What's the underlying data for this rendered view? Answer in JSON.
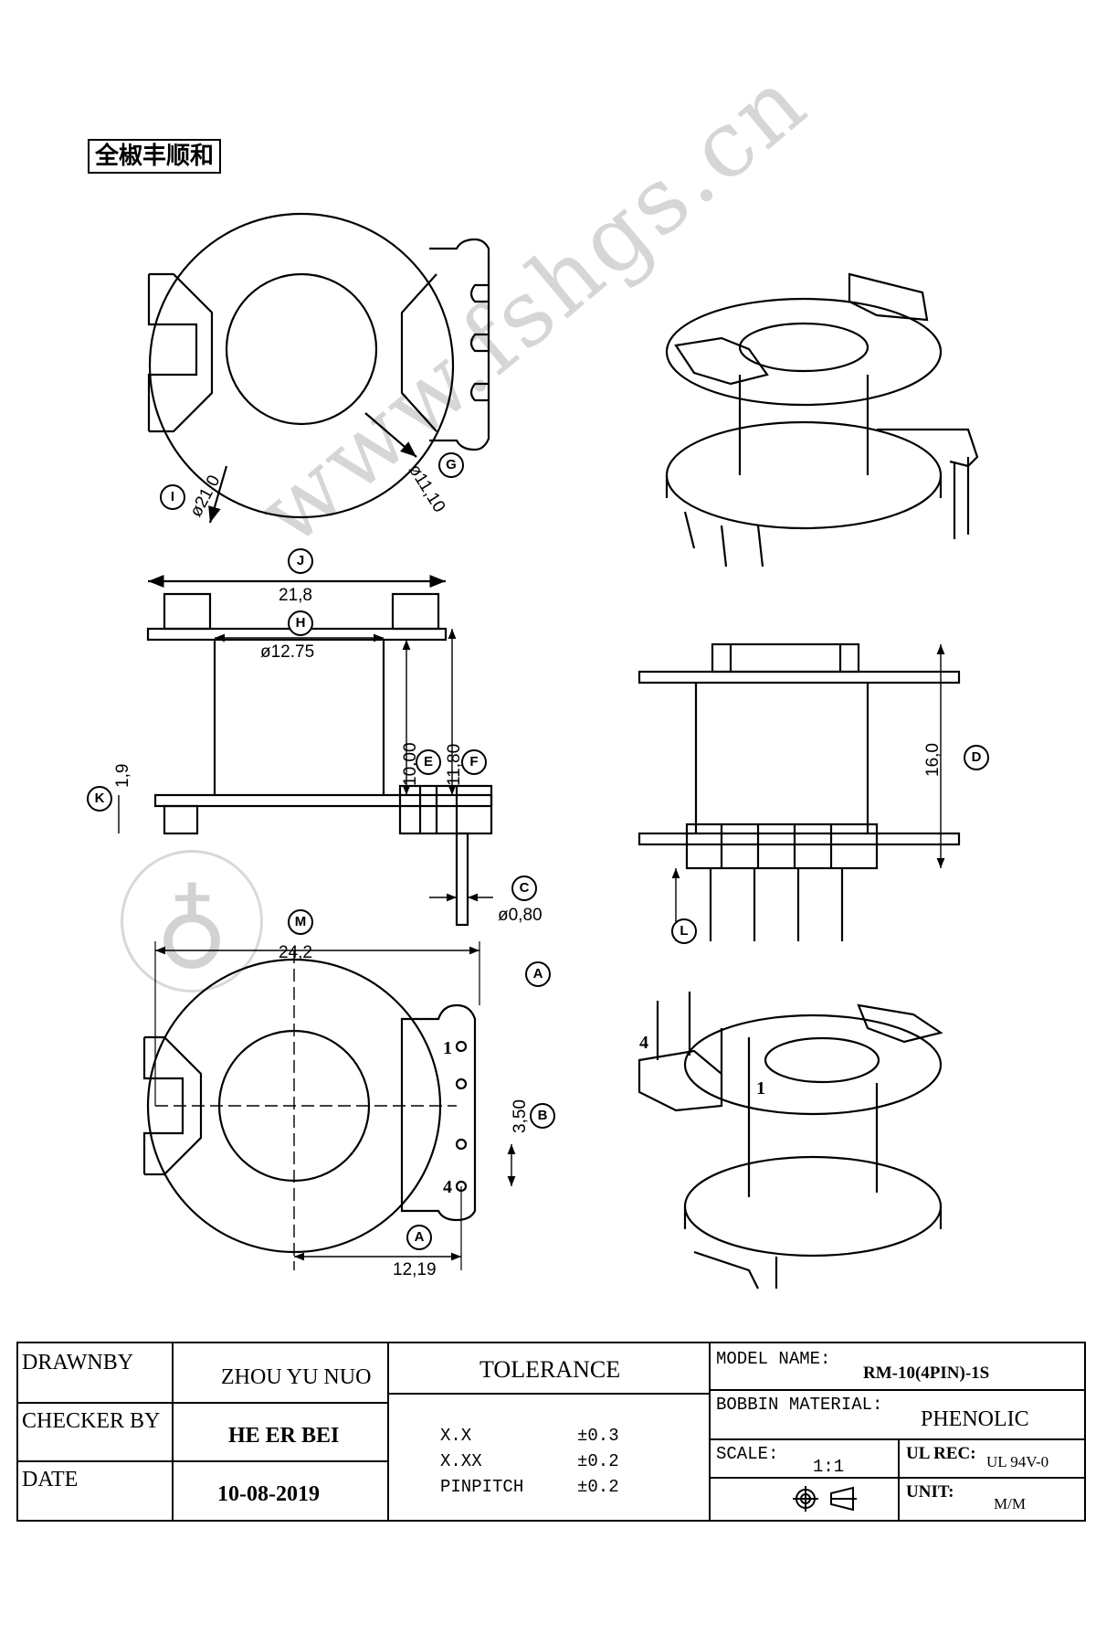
{
  "company_name": "全椒丰顺和",
  "watermark": "www.fshgs.cn",
  "dimensions": {
    "I": "I",
    "I_value": "ø21,0",
    "G": "G",
    "G_value": "ø11,10",
    "J": "J",
    "J_value": "21,8",
    "H": "H",
    "H_value": "ø12.75",
    "E": "E",
    "E_value": "10,00",
    "F": "F",
    "F_value": "11,80",
    "K": "K",
    "K_value": "1,9",
    "C": "C",
    "C_value": "ø0,80",
    "D": "D",
    "D_value": "16,0",
    "L": "L",
    "M": "M",
    "M_value": "24,2",
    "A": "A",
    "B": "B",
    "B_value": "3,50",
    "A2": "A",
    "A2_value": "12,19"
  },
  "pin_labels": {
    "top_view_1": "1",
    "top_view_4": "4",
    "iso_4": "4",
    "iso_1": "1"
  },
  "title_block": {
    "drawn_by_label": "DRAWNBY",
    "drawn_by_value": "ZHOU YU NUO",
    "checker_label": "CHECKER BY",
    "checker_value": "HE ER BEI",
    "date_label": "DATE",
    "date_value": "10-08-2019",
    "tolerance_label": "TOLERANCE",
    "tolerances": [
      {
        "name": "X.X",
        "value": "±0.3"
      },
      {
        "name": "X.XX",
        "value": "±0.2"
      },
      {
        "name": "PINPITCH",
        "value": "±0.2"
      }
    ],
    "model_name_label": "MODEL NAME:",
    "model_name_value": "RM-10(4PIN)-1S",
    "bobbin_material_label": "BOBBIN MATERIAL:",
    "bobbin_material_value": "PHENOLIC",
    "scale_label": "SCALE:",
    "scale_value": "1:1",
    "ul_rec_label": "UL REC:",
    "ul_rec_value": "UL 94V-0",
    "unit_label": "UNIT:",
    "unit_value": "M/M",
    "projection_symbol": "first-angle-projection-icon"
  }
}
